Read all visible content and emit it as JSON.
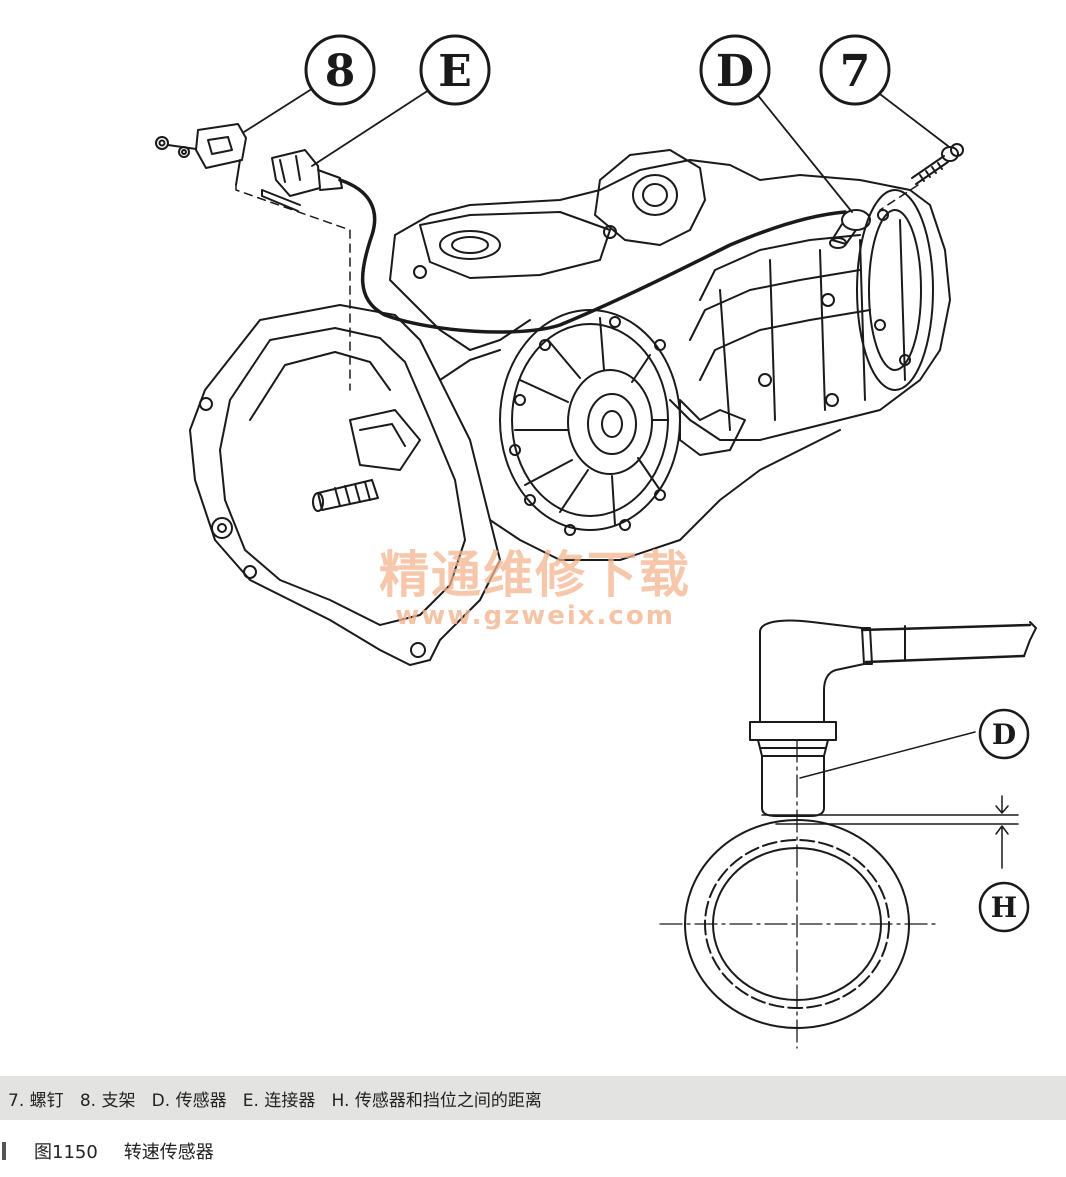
{
  "callouts": {
    "c8": "8",
    "cE": "E",
    "cD": "D",
    "c7": "7",
    "detail_D": "D",
    "detail_H": "H"
  },
  "watermark": {
    "cn": "精通维修下载",
    "url": "www.gzweix.com"
  },
  "legend": "7. 螺钉   8. 支架   D. 传感器   E. 连接器   H. 传感器和挡位之间的距离",
  "figure": {
    "number": "图1150",
    "title": "转速传感器"
  },
  "colors": {
    "line": "#1a1a1a",
    "caption_bg": "#e3e3e1",
    "watermark": "#f3b58f"
  }
}
